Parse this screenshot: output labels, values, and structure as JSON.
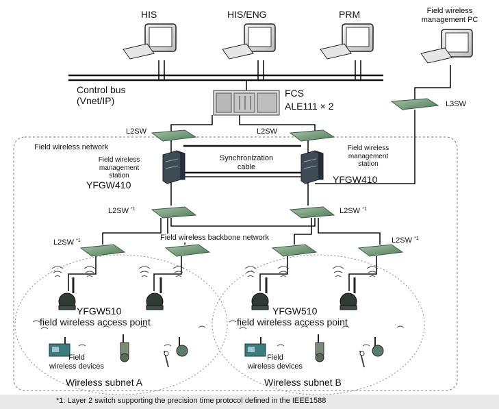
{
  "top": {
    "his": "HIS",
    "his_eng": "HIS/ENG",
    "prm": "PRM",
    "mgmt_pc": [
      "Field wireless",
      "management PC"
    ]
  },
  "bus": {
    "label": [
      "Control bus",
      "(Vnet/IP)"
    ]
  },
  "fcs": {
    "name": "FCS",
    "model": "ALE111 × 2"
  },
  "switches": {
    "l3": "L3SW",
    "l2_left": "L2SW",
    "l2_right": "L2SW",
    "l2_ptp_left": "L2SW",
    "l2_ptp_right": "L2SW",
    "backbone_left": "L2SW",
    "backbone_right": "L2SW",
    "footnote_mark": "*1"
  },
  "network": {
    "field_wireless": "Field wireless network",
    "backbone": "Field wireless backbone network",
    "sync_cable": [
      "Synchronization",
      "cable"
    ]
  },
  "stations": {
    "left_desc": [
      "Field wireless",
      "management",
      "station"
    ],
    "right_desc": [
      "Field wireless",
      "management",
      "station"
    ],
    "model": "YFGW410"
  },
  "access_points": {
    "model": "YFGW510",
    "desc": "field wireless access point"
  },
  "devices": {
    "label": [
      "Field",
      "wireless devices"
    ]
  },
  "subnets": {
    "a": "Wireless subnet A",
    "b": "Wireless subnet B"
  },
  "footnote": "*1: Layer 2 switch supporting the precision time protocol defined in the IEEE1588"
}
